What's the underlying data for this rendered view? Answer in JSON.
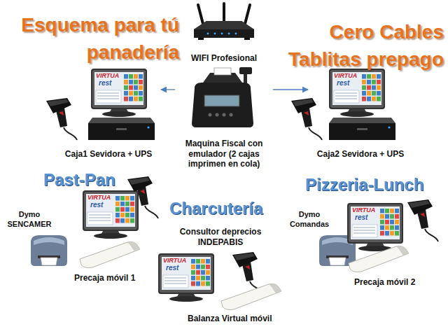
{
  "diagram": {
    "title": "Esquema para tú panadería",
    "nodes": [
      {
        "text": [
          "WIFI Profesional"
        ]
      },
      {
        "text": [
          "Caja1 Sevidora + UPS"
        ]
      },
      {
        "text": [
          "Maquina Fiscal con emulador (2 cajas imprimen en cola)"
        ]
      },
      {
        "text": [
          "Caja2 Sevidora + UPS"
        ]
      }
    ],
    "edges": [
      {
        "from": 2,
        "to": 1,
        "arrow": "to"
      },
      {
        "from": 2,
        "to": 3,
        "arrow": "to"
      }
    ],
    "labels": [
      "Cero Cables Tablitas prepago",
      "VIRTUA",
      "rest",
      "VIRTUA",
      "rest",
      "Past-Pan",
      "Dymo SENCAMER",
      "VIRTUA",
      "rest",
      "Precaja móvil 1",
      "Charcutería",
      "Consultor deprecios INDEPABIS",
      "VIRTUA",
      "rest",
      "Balanza Virtual móvil",
      "Pizzeria-Lunch",
      "Dymo Comandas",
      "VIRTUA",
      "rest",
      "Precaja móvil 2"
    ]
  }
}
